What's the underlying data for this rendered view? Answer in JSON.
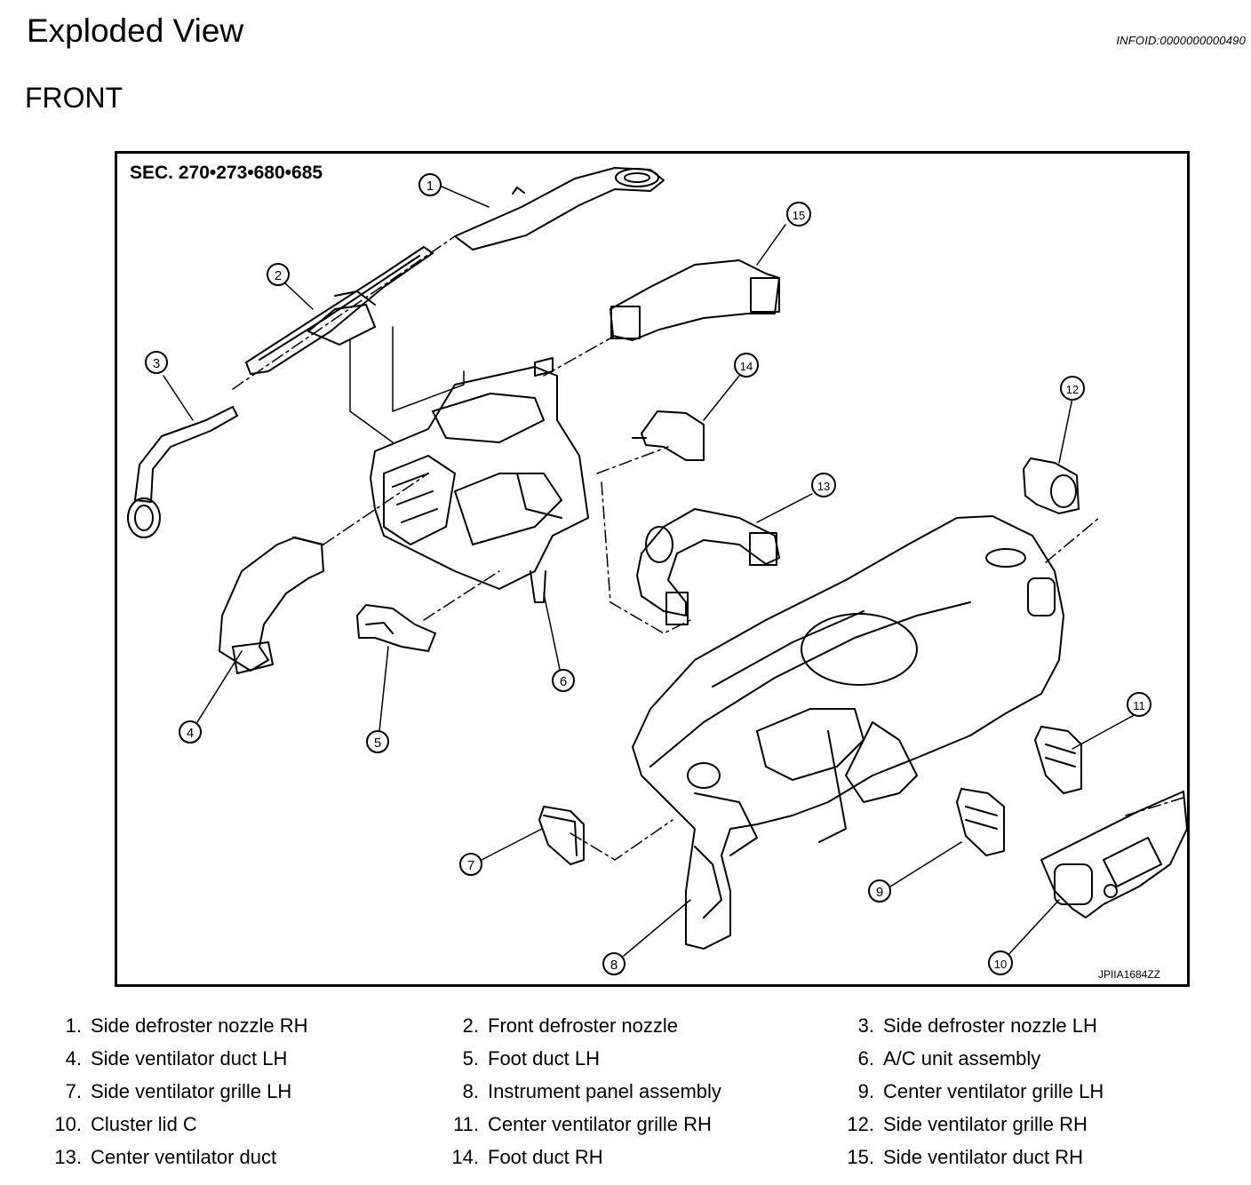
{
  "header": {
    "title": "Exploded View",
    "info_id": "INFOID:0000000000490",
    "subtitle": "FRONT"
  },
  "figure": {
    "section_label": "SEC. 270•273•680•685",
    "figure_code": "JPIIA1684ZZ",
    "callouts": [
      "1",
      "2",
      "3",
      "4",
      "5",
      "6",
      "7",
      "8",
      "9",
      "10",
      "11",
      "12",
      "13",
      "14",
      "15"
    ]
  },
  "legend": [
    {
      "num": "1.",
      "text": "Side defroster nozzle RH"
    },
    {
      "num": "2.",
      "text": "Front defroster nozzle"
    },
    {
      "num": "3.",
      "text": "Side defroster nozzle LH"
    },
    {
      "num": "4.",
      "text": "Side ventilator duct LH"
    },
    {
      "num": "5.",
      "text": "Foot duct LH"
    },
    {
      "num": "6.",
      "text": "A/C unit assembly"
    },
    {
      "num": "7.",
      "text": "Side ventilator grille LH"
    },
    {
      "num": "8.",
      "text": "Instrument panel assembly"
    },
    {
      "num": "9.",
      "text": "Center ventilator grille LH"
    },
    {
      "num": "10.",
      "text": "Cluster lid C"
    },
    {
      "num": "11.",
      "text": "Center ventilator grille RH"
    },
    {
      "num": "12.",
      "text": "Side ventilator grille RH"
    },
    {
      "num": "13.",
      "text": "Center ventilator duct"
    },
    {
      "num": "14.",
      "text": "Foot duct RH"
    },
    {
      "num": "15.",
      "text": "Side ventilator duct RH"
    }
  ]
}
